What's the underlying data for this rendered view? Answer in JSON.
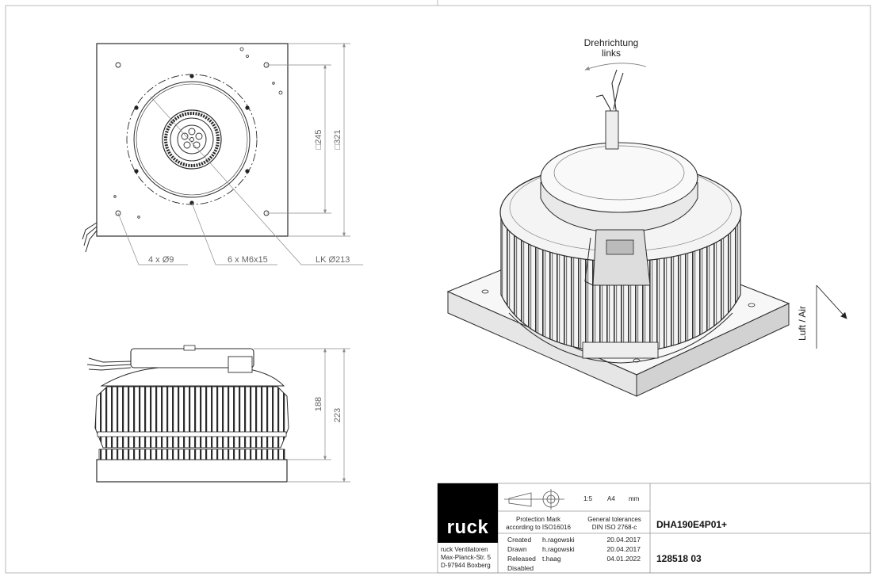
{
  "rotation_note": {
    "line1": "Drehrichtung",
    "line2": "links"
  },
  "airflow_label": "Luft / Air",
  "dimensions": {
    "square_inner": "□245",
    "square_outer": "□321",
    "height_body": "188",
    "height_total": "223",
    "holes_callout": "4 x Ø9",
    "threads_callout": "6 x M6x15",
    "bolt_circle_callout": "LK Ø213"
  },
  "title_block": {
    "logo": "ruck",
    "company": [
      "ruck Ventilatoren",
      "Max-Planck-Str. 5",
      "D-97944 Boxberg"
    ],
    "scale": "1:5",
    "paper": "A4",
    "unit": "mm",
    "protection_line1": "Protection Mark",
    "protection_line2": "according to ISO16016",
    "tolerance_line1": "General tolerances",
    "tolerance_line2": "DIN ISO 2768-c",
    "model": "DHA190E4P01+",
    "drawing_number": "128518 03",
    "created_label": "Created",
    "created_by": "h.ragowski",
    "created_date": "20.04.2017",
    "drawn_label": "Drawn",
    "drawn_by": "h.ragowski",
    "drawn_date": "20.04.2017",
    "released_label": "Released",
    "released_by": "t.haag",
    "released_date": "04.01.2022",
    "disabled_label": "Disabled"
  },
  "colors": {
    "line": "#2b2b2b",
    "dimension": "#8a8a8a",
    "logo_bg": "#000000",
    "logo_text": "#ffffff",
    "fill_light": "#f2f2f2",
    "fill_mid": "#dcdcdc",
    "fill_dark": "#9a9a9a"
  }
}
